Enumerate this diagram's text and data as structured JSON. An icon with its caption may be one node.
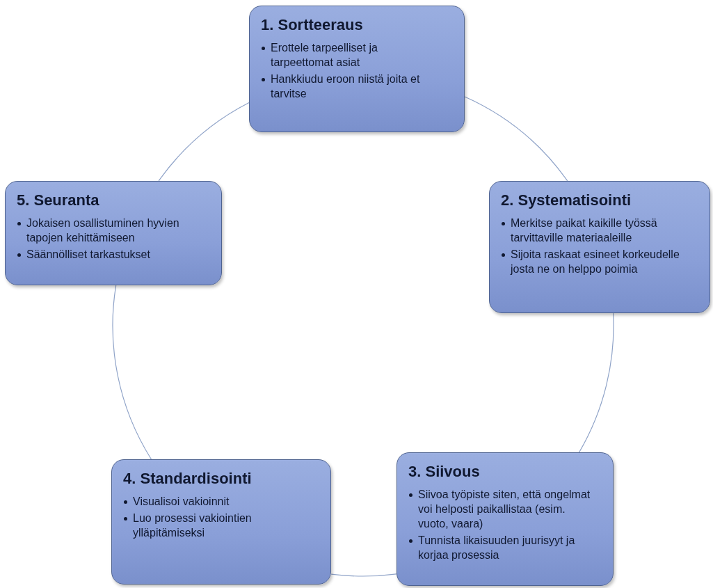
{
  "diagram": {
    "nodes": [
      {
        "text": [
          "1. Sortteeraus",
          "Erottele tarpeelliset ja tarpeettomat asiat",
          "Hankkiudu eroon niistä joita et tarvitse"
        ]
      },
      {
        "text": [
          "2. Systematisointi",
          "Merkitse paikat kaikille työssä tarvittaville materiaaleille",
          "Sijoita raskaat esineet korkeudelle josta ne on helppo poimia"
        ]
      },
      {
        "text": [
          "3. Siivous",
          "Siivoa työpiste siten, että ongelmat voi helposti paikallistaa (esim. vuoto,  vaara)",
          "Tunnista likaisuuden juurisyyt ja korjaa prosessia"
        ]
      },
      {
        "text": [
          "4. Standardisointi",
          "Visualisoi vakioinnit",
          "Luo prosessi vakiointien ylläpitämiseksi"
        ]
      },
      {
        "text": [
          "5. Seuranta",
          "Jokaisen osallistuminen hyvien tapojen kehittämiseen",
          "Säännölliset tarkastukset"
        ]
      }
    ],
    "edges": [
      {
        "from": 0,
        "to": 1,
        "arrow": "none"
      },
      {
        "from": 1,
        "to": 2,
        "arrow": "none"
      },
      {
        "from": 2,
        "to": 3,
        "arrow": "none"
      },
      {
        "from": 3,
        "to": 4,
        "arrow": "none"
      },
      {
        "from": 4,
        "to": 0,
        "arrow": "none"
      }
    ]
  }
}
